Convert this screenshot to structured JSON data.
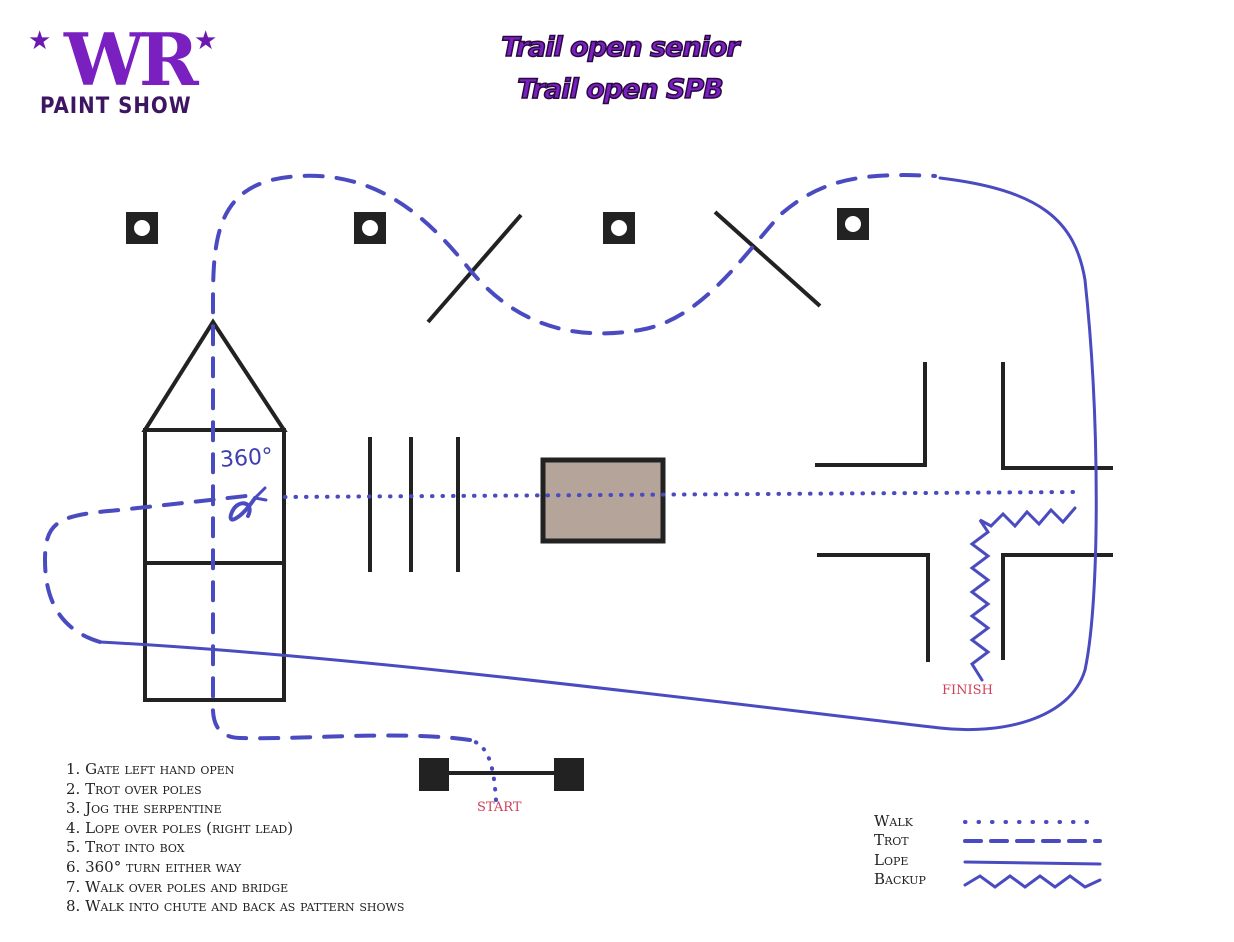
{
  "logo": {
    "text": "WR",
    "subtitle": "PAINT SHOW"
  },
  "title_lines": [
    "Trail open senior",
    "Trail open SPB"
  ],
  "instructions": [
    "1. Gate left hand open",
    "2. Trot over poles",
    "3. Jog the serpentine",
    "4. Lope over poles (right lead)",
    "5. Trot into box",
    "6. 360° turn either way",
    "7. Walk over poles and bridge",
    "8. Walk into chute and back as pattern shows"
  ],
  "labels": {
    "start": "START",
    "finish": "FINISH",
    "turn": "360°"
  },
  "legend": [
    {
      "label": "Walk",
      "style": "dotted"
    },
    {
      "label": "Trot",
      "style": "dashed"
    },
    {
      "label": "Lope",
      "style": "solid"
    },
    {
      "label": "Backup",
      "style": "zigzag"
    }
  ],
  "colors": {
    "path": "#4a4bc0",
    "title": "#7a1fc0",
    "label_red": "#d0405a",
    "box_fill": "#b4a49a"
  }
}
